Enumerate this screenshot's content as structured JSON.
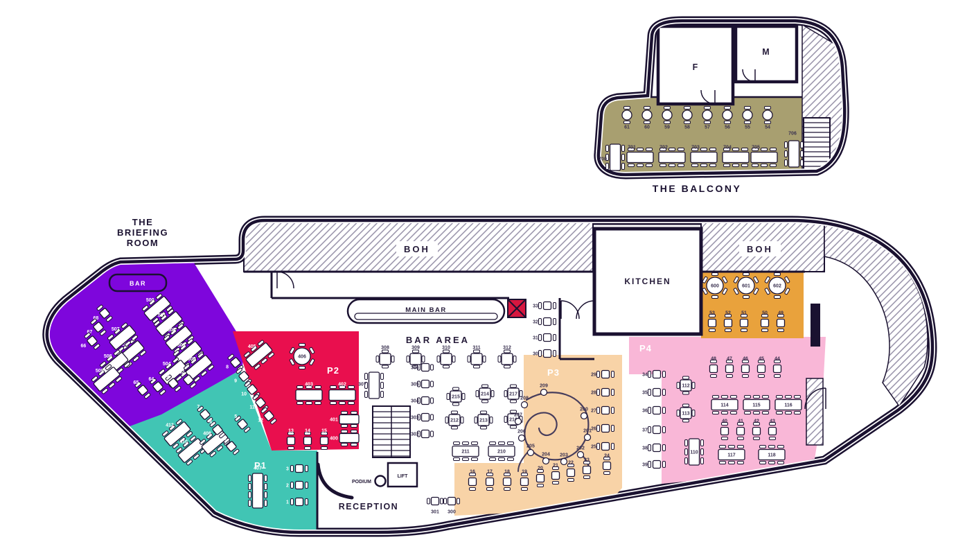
{
  "headings": {
    "briefing": [
      "THE",
      "BRIEFING",
      "ROOM"
    ],
    "balcony": "THE BALCONY"
  },
  "rooms": {
    "boh_left": "BOH",
    "boh_right": "BOH",
    "kitchen": "KITCHEN",
    "main_bar": "MAIN BAR",
    "bar_area": "BAR AREA",
    "bar": "BAR",
    "reception": "RECEPTION",
    "podium": "PODIUM",
    "lift": "LIFT",
    "toilet_f": "F",
    "toilet_m": "M"
  },
  "zones": {
    "briefing": {
      "color": "#7E06DC"
    },
    "p1": {
      "label": "P1",
      "color": "#41C5B4"
    },
    "p2": {
      "label": "P2",
      "color": "#E90F4E"
    },
    "p3": {
      "label": "P3",
      "color": "#F8D3A7"
    },
    "p4": {
      "label": "P4",
      "color": "#F9B7D7"
    },
    "orange": {
      "color": "#E9A23C"
    },
    "balcony_seating": {
      "color": "#A89F70"
    }
  },
  "palette": {
    "wall": "#1A1130",
    "text_dark": "#3A3150",
    "hatch": "#8F89A2",
    "alarm_red": "#D6173F"
  },
  "tables": {
    "balcony": {
      "tc": "#3A3150",
      "layer": "balcony",
      "items": [
        [
          "61",
          905,
          166,
          "rd2"
        ],
        [
          "60",
          934,
          166,
          "rd2"
        ],
        [
          "59",
          963,
          166,
          "rd2"
        ],
        [
          "58",
          992,
          166,
          "rd2"
        ],
        [
          "57",
          1021,
          166,
          "rd2"
        ],
        [
          "56",
          1050,
          166,
          "rd2"
        ],
        [
          "55",
          1079,
          166,
          "rd2"
        ],
        [
          "54",
          1108,
          166,
          "rd2"
        ],
        [
          "700",
          888,
          227,
          "v6",
          0,
          -18,
          2
        ],
        [
          "701",
          924,
          227,
          "h6",
          0,
          -12,
          -15
        ],
        [
          "702",
          970,
          227,
          "h6",
          0,
          -12,
          -15
        ],
        [
          "703",
          1016,
          227,
          "h6",
          0,
          -12,
          -15
        ],
        [
          "704",
          1062,
          227,
          "h6",
          0,
          -12,
          -15
        ],
        [
          "705",
          1103,
          227,
          "h6",
          0,
          -12,
          -15
        ],
        [
          "706",
          1146,
          222,
          "v6",
          0,
          -2,
          -30
        ]
      ]
    },
    "briefing": {
      "tc": "#ffffff",
      "layer": "main",
      "items": [
        [
          "500",
          227,
          445,
          "h6",
          -40,
          0,
          -16
        ],
        [
          "501",
          244,
          467,
          "h6",
          -40,
          0,
          -16
        ],
        [
          "502",
          258,
          488,
          "h6",
          -40,
          0,
          -16
        ],
        [
          "503",
          272,
          510,
          "h6",
          -40,
          0,
          -16
        ],
        [
          "504",
          251,
          537,
          "h6",
          -40,
          0,
          -16
        ],
        [
          "505",
          287,
          530,
          "h6",
          -40,
          0,
          -16
        ],
        [
          "506",
          189,
          509,
          "h6",
          -40,
          0,
          -16
        ],
        [
          "507",
          177,
          487,
          "h6",
          -40,
          0,
          -16
        ],
        [
          "508",
          166,
          526,
          "h6",
          -40,
          0,
          -16
        ],
        [
          "509",
          154,
          547,
          "h6",
          -40,
          0,
          -16
        ],
        [
          "68",
          151,
          452,
          "t2v",
          -40,
          -14,
          -3
        ],
        [
          "67",
          142,
          472,
          "t2v",
          -40,
          -14,
          -3
        ],
        [
          "66",
          133,
          492,
          "t2v",
          -40,
          -14,
          -3
        ],
        [
          "65",
          206,
          563,
          "t2v",
          -40
        ],
        [
          "64",
          228,
          558,
          "t2v",
          -40
        ],
        [
          "63",
          250,
          553,
          "t2v",
          -40
        ],
        [
          "62",
          272,
          548,
          "t2v",
          -40
        ]
      ]
    },
    "p1": {
      "tc": "#ffffff",
      "layer": "main",
      "items": [
        [
          "407",
          372,
          708,
          "v8",
          0,
          0,
          -33
        ],
        [
          "412",
          256,
          626,
          "h6",
          -40,
          0,
          -17
        ],
        [
          "410",
          276,
          650,
          "h6",
          -40,
          0,
          -17
        ],
        [
          "408",
          310,
          638,
          "h6",
          -40,
          0,
          -17
        ],
        [
          "7",
          296,
          598,
          "t2v",
          -40
        ],
        [
          "6",
          314,
          620,
          "t2v",
          -40
        ],
        [
          "5",
          350,
          612,
          "t2v",
          -40
        ],
        [
          "4",
          334,
          644,
          "t2v",
          -40
        ],
        [
          "3",
          432,
          676,
          "t2h"
        ],
        [
          "2",
          432,
          700,
          "t2h"
        ],
        [
          "1",
          432,
          724,
          "t2h"
        ]
      ]
    },
    "p2": {
      "tc": "#ffffff",
      "layer": "main",
      "items": [
        [
          "406",
          436,
          514,
          "rd6"
        ],
        [
          "405",
          374,
          512,
          "h6",
          -40,
          0,
          -16
        ],
        [
          "403",
          446,
          570,
          "h6",
          0,
          0,
          -16
        ],
        [
          "402",
          494,
          570,
          "h6",
          0,
          0,
          -16
        ],
        [
          "401",
          504,
          605,
          "h4",
          0,
          -22,
          0
        ],
        [
          "400",
          504,
          632,
          "h4",
          0,
          -22,
          0
        ],
        [
          "8",
          340,
          523,
          "t2v",
          -40,
          -13,
          -3
        ],
        [
          "9",
          352,
          543,
          "t2v",
          -40,
          -13,
          -3
        ],
        [
          "10",
          364,
          562,
          "t2v",
          -40,
          -13,
          -3
        ],
        [
          "11",
          376,
          581,
          "t2v",
          -40,
          -13,
          -3
        ],
        [
          "12",
          388,
          600,
          "t2v",
          -40,
          -13,
          -3
        ],
        [
          "13",
          420,
          636,
          "t2v"
        ],
        [
          "14",
          444,
          636,
          "t2v"
        ],
        [
          "15",
          468,
          636,
          "t2v"
        ]
      ]
    },
    "bar": {
      "tc": "#3A3150",
      "layer": "main",
      "items": [
        [
          "308",
          556,
          518,
          "sq",
          0,
          0,
          -17
        ],
        [
          "309",
          600,
          518,
          "sq",
          0,
          0,
          -17
        ],
        [
          "310",
          644,
          518,
          "sq",
          0,
          0,
          -17
        ],
        [
          "311",
          688,
          518,
          "sq",
          0,
          0,
          -17
        ],
        [
          "312",
          732,
          518,
          "sq",
          0,
          0,
          -17
        ],
        [
          "307",
          540,
          556,
          "v6",
          0,
          -17,
          -2
        ],
        [
          "306",
          614,
          530,
          "sqs"
        ],
        [
          "305",
          614,
          554,
          "sqs"
        ],
        [
          "304",
          614,
          578,
          "sqs"
        ],
        [
          "303",
          614,
          602,
          "sqs"
        ],
        [
          "302",
          614,
          626,
          "sqs"
        ],
        [
          "215",
          658,
          572,
          "sq"
        ],
        [
          "214",
          700,
          568,
          "sq"
        ],
        [
          "217",
          741,
          568,
          "sq"
        ],
        [
          "212",
          656,
          606,
          "sq"
        ],
        [
          "213",
          698,
          606,
          "sq"
        ],
        [
          "216",
          741,
          605,
          "sq"
        ],
        [
          "211",
          672,
          651,
          "h6"
        ],
        [
          "210",
          724,
          651,
          "h6"
        ],
        [
          "301",
          628,
          723,
          "sqs",
          0,
          0,
          15
        ],
        [
          "300",
          652,
          723,
          "sqs",
          0,
          0,
          15
        ],
        [
          "33",
          790,
          441,
          "t2h"
        ],
        [
          "32",
          790,
          464,
          "t2h"
        ],
        [
          "31",
          790,
          487,
          "t2h"
        ],
        [
          "30",
          790,
          510,
          "t2h"
        ]
      ]
    },
    "p3": {
      "tc": "#3A3150",
      "layer": "main",
      "items": [
        [
          "209",
          785,
          566,
          "pod"
        ],
        [
          "208",
          757,
          584,
          "pod"
        ],
        [
          "207",
          748,
          608,
          "pod"
        ],
        [
          "206",
          753,
          632,
          "pod"
        ],
        [
          "205",
          766,
          653,
          "pod"
        ],
        [
          "204",
          788,
          665,
          "pod"
        ],
        [
          "203",
          814,
          666,
          "pod"
        ],
        [
          "202",
          838,
          656,
          "pod"
        ],
        [
          "201",
          848,
          631,
          "pod"
        ],
        [
          "200",
          843,
          600,
          "pod"
        ],
        [
          "16",
          682,
          695,
          "t2v"
        ],
        [
          "17",
          707,
          695,
          "t2v"
        ],
        [
          "18",
          732,
          695,
          "t2v"
        ],
        [
          "19",
          757,
          695,
          "t2v"
        ],
        [
          "20",
          780,
          690,
          "t2v"
        ],
        [
          "21",
          802,
          686,
          "t2v"
        ],
        [
          "22",
          824,
          682,
          "t2v"
        ],
        [
          "23",
          847,
          678,
          "t2v"
        ],
        [
          "24",
          876,
          672,
          "t2v"
        ],
        [
          "29",
          874,
          540,
          "t2h"
        ],
        [
          "28",
          874,
          566,
          "t2h"
        ],
        [
          "27",
          874,
          592,
          "t2h"
        ],
        [
          "26",
          874,
          618,
          "t2h"
        ],
        [
          "25",
          874,
          644,
          "t2h"
        ]
      ]
    },
    "corridor": {
      "tc": "#3A3150",
      "layer": "main",
      "items": [
        [
          "34",
          948,
          540,
          "t2h"
        ],
        [
          "35",
          948,
          566,
          "t2h"
        ],
        [
          "36",
          948,
          592,
          "t2h"
        ],
        [
          "37",
          948,
          620,
          "t2h"
        ],
        [
          "38",
          948,
          646,
          "t2h"
        ],
        [
          "39",
          948,
          670,
          "t2h"
        ]
      ]
    },
    "p4": {
      "tc": "#3A3150",
      "layer": "main",
      "items": [
        [
          "48",
          1030,
          532,
          "t2v"
        ],
        [
          "47",
          1053,
          532,
          "t2v"
        ],
        [
          "46",
          1076,
          532,
          "t2v"
        ],
        [
          "45",
          1099,
          532,
          "t2v"
        ],
        [
          "44",
          1122,
          532,
          "t2v"
        ],
        [
          "112",
          990,
          556,
          "sq"
        ],
        [
          "113",
          990,
          596,
          "sq"
        ],
        [
          "114",
          1046,
          584,
          "h6"
        ],
        [
          "115",
          1092,
          584,
          "h6"
        ],
        [
          "116",
          1138,
          584,
          "h6"
        ],
        [
          "40",
          1046,
          622,
          "t2v"
        ],
        [
          "41",
          1069,
          622,
          "t2v"
        ],
        [
          "42",
          1092,
          622,
          "t2v"
        ],
        [
          "43",
          1115,
          622,
          "t2v"
        ],
        [
          "110",
          1002,
          652,
          "v6"
        ],
        [
          "117",
          1056,
          656,
          "h6"
        ],
        [
          "118",
          1114,
          656,
          "h6"
        ]
      ]
    },
    "orange_terrace": {
      "tc": "#3A3150",
      "layer": "main",
      "items": [
        [
          "600",
          1032,
          412,
          "rd6"
        ],
        [
          "601",
          1077,
          412,
          "rd6"
        ],
        [
          "602",
          1122,
          412,
          "rd6"
        ],
        [
          "53",
          1028,
          466,
          "t2v"
        ],
        [
          "52",
          1051,
          466,
          "t2v"
        ],
        [
          "51",
          1074,
          466,
          "t2v"
        ],
        [
          "50",
          1104,
          466,
          "t2v"
        ],
        [
          "49",
          1127,
          466,
          "t2v"
        ]
      ]
    }
  }
}
